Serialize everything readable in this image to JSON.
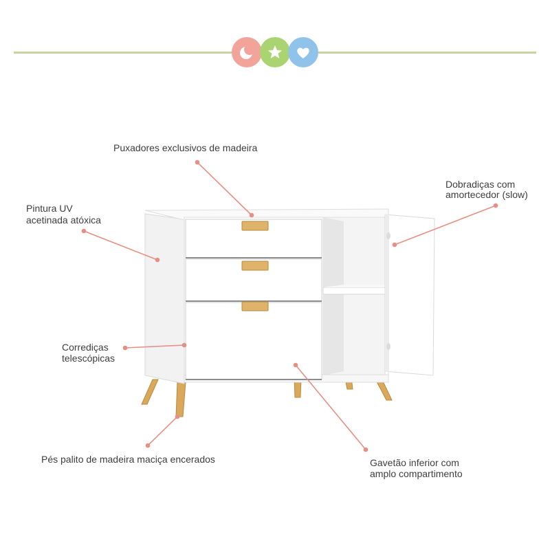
{
  "brand": {
    "colors": {
      "moon": "#f2a49a",
      "star": "#a9d471",
      "heart": "#8fc3ea",
      "line": "#c7d3a4",
      "accent_line": "#e88f83"
    },
    "icons": [
      "moon-icon",
      "star-icon",
      "heart-icon"
    ]
  },
  "labels": {
    "handles": "Puxadores exclusivos de madeira",
    "paint_1": "Pintura UV",
    "paint_2": "acetinada atóxica",
    "hinges_1": "Dobradiças com",
    "hinges_2": "amortecedor (slow)",
    "slides_1": "Corrediças",
    "slides_2": "telescópicas",
    "feet": "Pés palito de madeira maciça encerados",
    "drawer_1": "Gavetão inferior com",
    "drawer_2": "amplo compartimento"
  }
}
